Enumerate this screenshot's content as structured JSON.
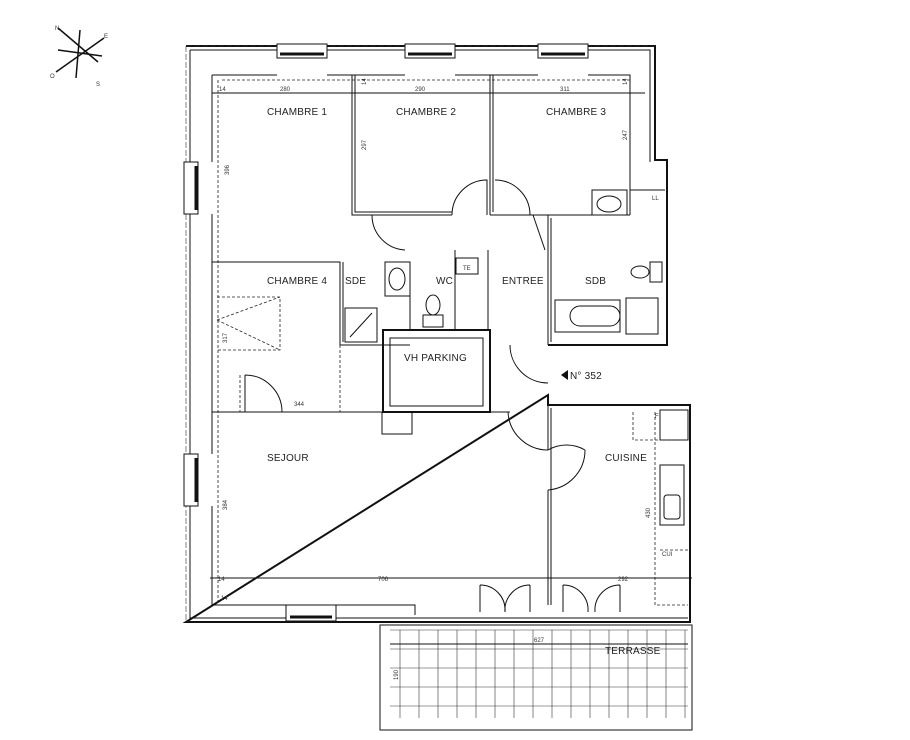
{
  "compass": {
    "n": "N",
    "e": "E",
    "s": "S",
    "o": "O"
  },
  "rooms": {
    "chambre1": "CHAMBRE 1",
    "chambre2": "CHAMBRE 2",
    "chambre3": "CHAMBRE 3",
    "chambre4": "CHAMBRE 4",
    "sde": "SDE",
    "wc": "WC",
    "entree": "ENTREE",
    "sdb": "SDB",
    "vh_parking": "VH PARKING",
    "sejour": "SEJOUR",
    "cuisine": "CUISINE",
    "terrasse": "TERRASSE"
  },
  "labels": {
    "apartment_number": "N° 352",
    "te": "TE",
    "ll": "LL",
    "cui": "CUI",
    "f": "F"
  },
  "dimensions": {
    "top_margin": "14",
    "ch1_width": "280",
    "ch2_width": "290",
    "ch3_width": "311",
    "ch1_depth": "396",
    "ch2_depth": "297",
    "ch2_margin": "14",
    "ch3_depth": "247",
    "ch3_margin": "14",
    "ch4_depth": "317",
    "ch4_width": "344",
    "sejour_depth": "384",
    "sejour_margin": "14",
    "sejour_width": "706",
    "bottom_margin": "14",
    "cuisine_depth": "430",
    "cuisine_width": "292",
    "terrasse_width": "627",
    "terrasse_depth": "190"
  }
}
